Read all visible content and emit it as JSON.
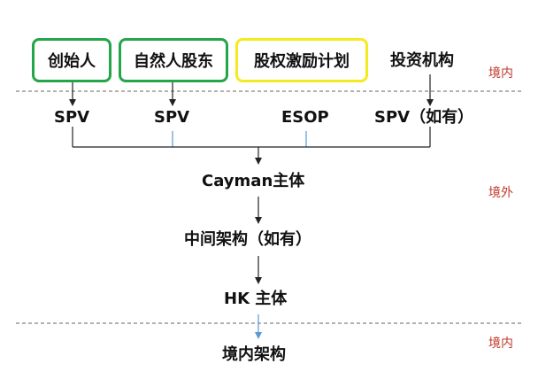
{
  "top_row": {
    "founder": "创始人",
    "individual_shareholder": "自然人股东",
    "equity_incentive_plan": "股权激励计划",
    "investors": "投资机构"
  },
  "spv_row": {
    "spv_founder": "SPV",
    "spv_shareholder": "SPV",
    "esop": "ESOP",
    "spv_investor": "SPV（如有）"
  },
  "chain": {
    "cayman": "Cayman主体",
    "intermediate": "中间架构（如有）",
    "hk": "HK 主体",
    "domestic": "境内架构"
  },
  "zones": {
    "domestic_top": "境内",
    "offshore": "境外",
    "domestic_bottom": "境内"
  },
  "colors": {
    "founder_border": "#23a54a",
    "shareholder_border": "#23a54a",
    "esop_border": "#f5ea1f",
    "blue_connector": "#5b9bd5",
    "zone_label": "#c0392b"
  }
}
